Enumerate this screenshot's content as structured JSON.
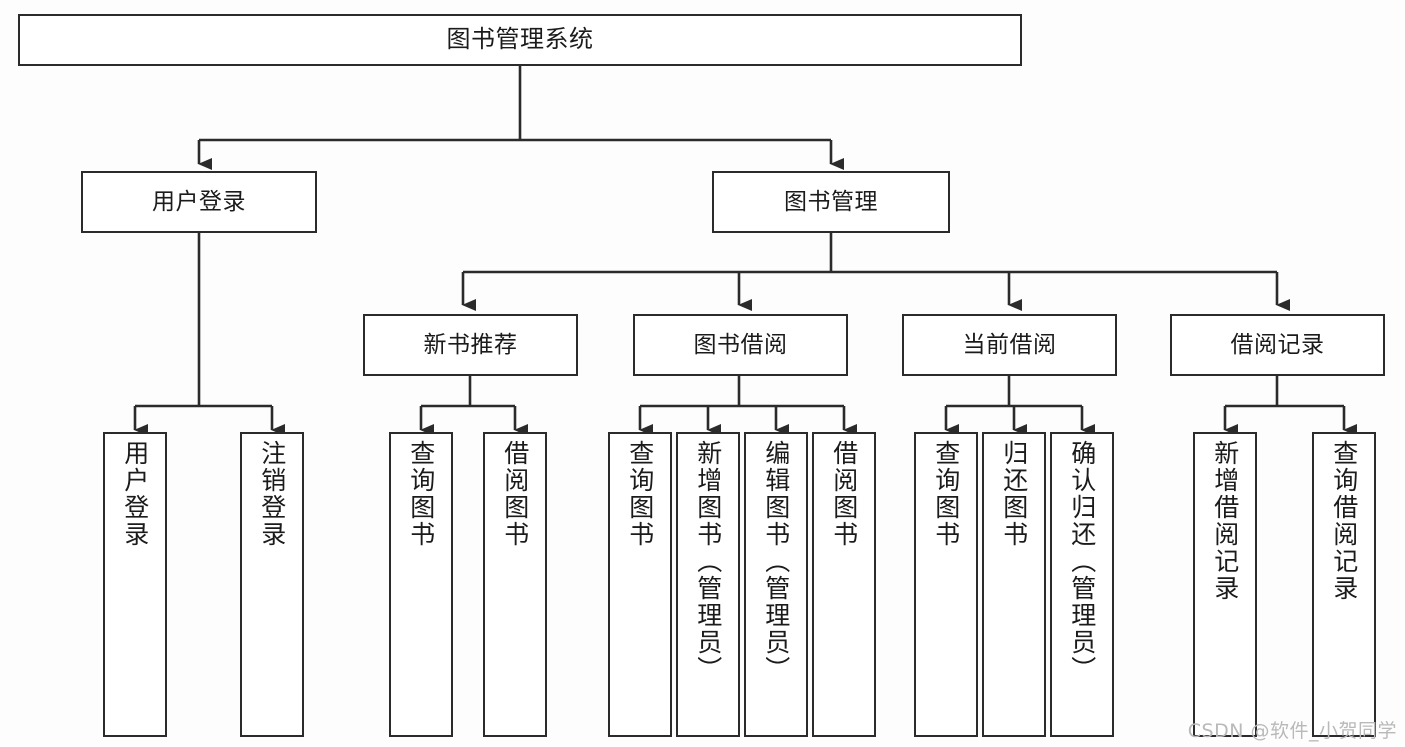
{
  "diagram": {
    "title": "图书管理系统",
    "type": "tree-hierarchy-diagram",
    "colors": {
      "box_border": "#2b2b2b",
      "box_fill": "#ffffff",
      "connector": "#2b2b2b",
      "background": "#fdfdfd",
      "watermark": "#b9b9b9"
    },
    "root": {
      "label": "图书管理系统"
    },
    "level2": [
      {
        "label": "用户登录"
      },
      {
        "label": "图书管理"
      }
    ],
    "level3": [
      {
        "label": "新书推荐"
      },
      {
        "label": "图书借阅"
      },
      {
        "label": "当前借阅"
      },
      {
        "label": "借阅记录"
      }
    ],
    "leaves": {
      "user_login": [
        {
          "label": "用户登录"
        },
        {
          "label": "注销登录"
        }
      ],
      "new_book_recommend": [
        {
          "label": "查询图书"
        },
        {
          "label": "借阅图书"
        }
      ],
      "book_borrow": [
        {
          "label": "查询图书"
        },
        {
          "label": "新增图书（管理员）"
        },
        {
          "label": "编辑图书（管理员）"
        },
        {
          "label": "借阅图书"
        }
      ],
      "current_borrow": [
        {
          "label": "查询图书"
        },
        {
          "label": "归还图书"
        },
        {
          "label": "确认归还（管理员）"
        }
      ],
      "borrow_record": [
        {
          "label": "新增借阅记录"
        },
        {
          "label": "查询借阅记录"
        }
      ]
    }
  },
  "watermark": {
    "text": "CSDN @软件_小贺同学"
  }
}
